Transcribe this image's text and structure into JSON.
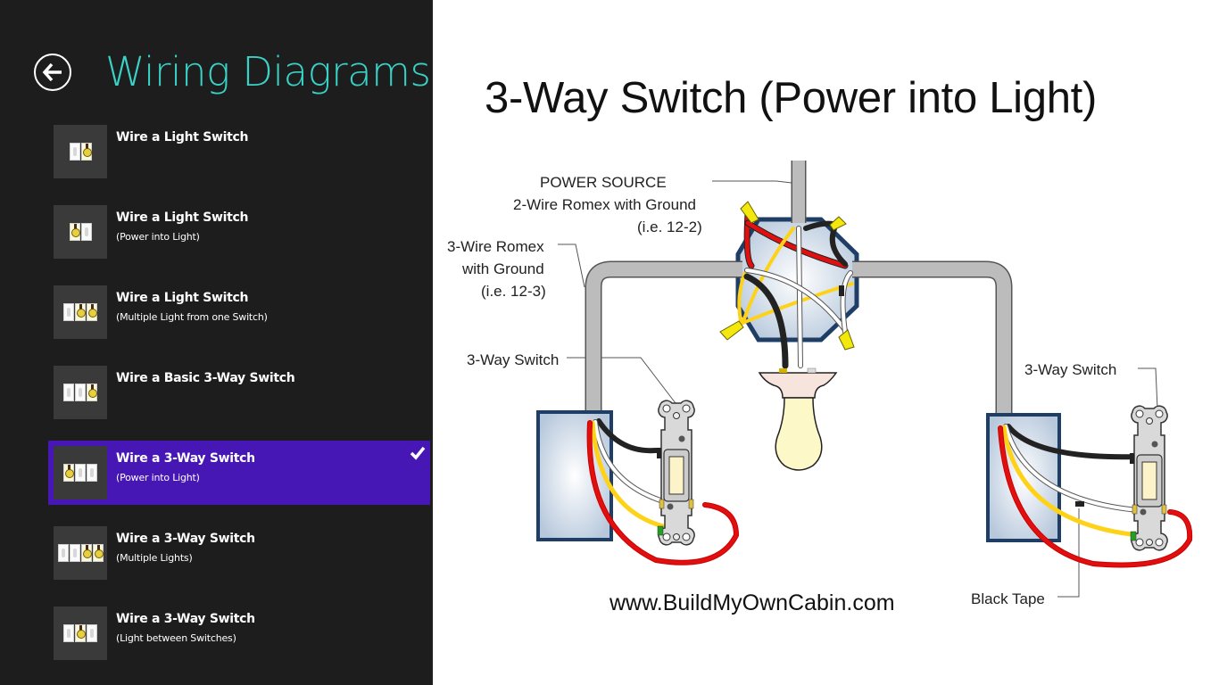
{
  "app": {
    "title": "Wiring Diagrams",
    "back_icon": "back-arrow-icon",
    "accent_color": "#3ad1c6",
    "selection_color": "#4617b4"
  },
  "list": {
    "items": [
      {
        "title": "Wire a Light Switch",
        "subtitle": "",
        "thumb": [
          "switch",
          "light"
        ],
        "selected": false
      },
      {
        "title": "Wire a Light Switch",
        "subtitle": "(Power into Light)",
        "thumb": [
          "light",
          "switch"
        ],
        "selected": false
      },
      {
        "title": "Wire a Light Switch",
        "subtitle": "(Multiple Light from one Switch)",
        "thumb": [
          "switch",
          "light",
          "light"
        ],
        "selected": false
      },
      {
        "title": "Wire a Basic 3-Way Switch",
        "subtitle": "",
        "thumb": [
          "switch",
          "switch",
          "light"
        ],
        "selected": false
      },
      {
        "title": "Wire a 3-Way Switch",
        "subtitle": "(Power into Light)",
        "thumb": [
          "light",
          "switch",
          "switch"
        ],
        "selected": true
      },
      {
        "title": "Wire a 3-Way Switch",
        "subtitle": "(Multiple Lights)",
        "thumb": [
          "switch",
          "switch",
          "light",
          "light"
        ],
        "selected": false
      },
      {
        "title": "Wire a 3-Way Switch",
        "subtitle": "(Light between Switches)",
        "thumb": [
          "switch",
          "light",
          "switch"
        ],
        "selected": false
      }
    ]
  },
  "diagram": {
    "title": "3-Way Switch (Power into Light)",
    "labels": {
      "power_source": "POWER SOURCE",
      "power_source_line2": "2-Wire Romex with Ground",
      "power_source_line3": "(i.e. 12-2)",
      "romex3_line1": "3-Wire Romex",
      "romex3_line2": "with Ground",
      "romex3_line3": "(i.e. 12-3)",
      "switch_left": "3-Way Switch",
      "switch_right": "3-Way Switch",
      "black_tape": "Black Tape"
    },
    "website": "www.BuildMyOwnCabin.com",
    "wire_colors": {
      "hot": "#e01010",
      "neutral": "#ffffff",
      "traveler": "#ffd21a",
      "black": "#222222",
      "cable": "#b9b9b9",
      "box_outline": "#1f3e66"
    }
  }
}
